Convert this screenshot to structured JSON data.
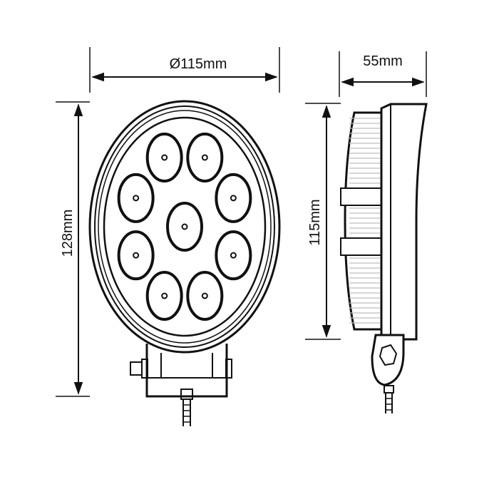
{
  "dimensions": {
    "diameter_label": "Ø115mm",
    "height_label": "128mm",
    "depth_label": "55mm",
    "side_height_label": "115mm"
  },
  "front_view": {
    "led_count": 9
  },
  "colors": {
    "line": "#111111",
    "fin_shade": "#cfcfcf",
    "background": "#ffffff"
  }
}
